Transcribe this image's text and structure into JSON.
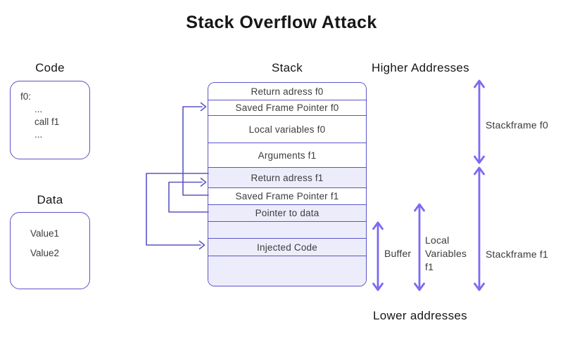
{
  "title": "Stack Overflow Attack",
  "headings": {
    "code": "Code",
    "data": "Data",
    "stack": "Stack",
    "higher_addresses": "Higher Addresses",
    "lower_addresses": "Lower addresses"
  },
  "code_box": {
    "lines": [
      "f0:",
      "...",
      "call f1",
      "..."
    ]
  },
  "data_box": {
    "values": [
      "Value1",
      "Value2"
    ]
  },
  "stack_rows": [
    {
      "label": "Return adress f0",
      "highlighted": false
    },
    {
      "label": "Saved Frame Pointer f0",
      "highlighted": false
    },
    {
      "label": "Local variables f0",
      "highlighted": false
    },
    {
      "label": "Arguments f1",
      "highlighted": false
    },
    {
      "label": "Return adress f1",
      "highlighted": true
    },
    {
      "label": "Saved Frame Pointer f1",
      "highlighted": false
    },
    {
      "label": "Pointer to data",
      "highlighted": true
    },
    {
      "label": "",
      "highlighted": true
    },
    {
      "label": "Injected Code",
      "highlighted": true
    },
    {
      "label": "",
      "highlighted": true
    }
  ],
  "range_labels": {
    "stackframe_f0": "Stackframe f0",
    "stackframe_f1": "Stackframe f1",
    "local_variables_f1": [
      "Local",
      "Variables",
      "f1"
    ],
    "buffer": "Buffer"
  },
  "colors": {
    "outline": "#5b54c6",
    "row_highlight": "#edecfa",
    "range_arrow": "#7b6af3",
    "text_dark": "#161616",
    "text_body": "#3c3c3e"
  }
}
